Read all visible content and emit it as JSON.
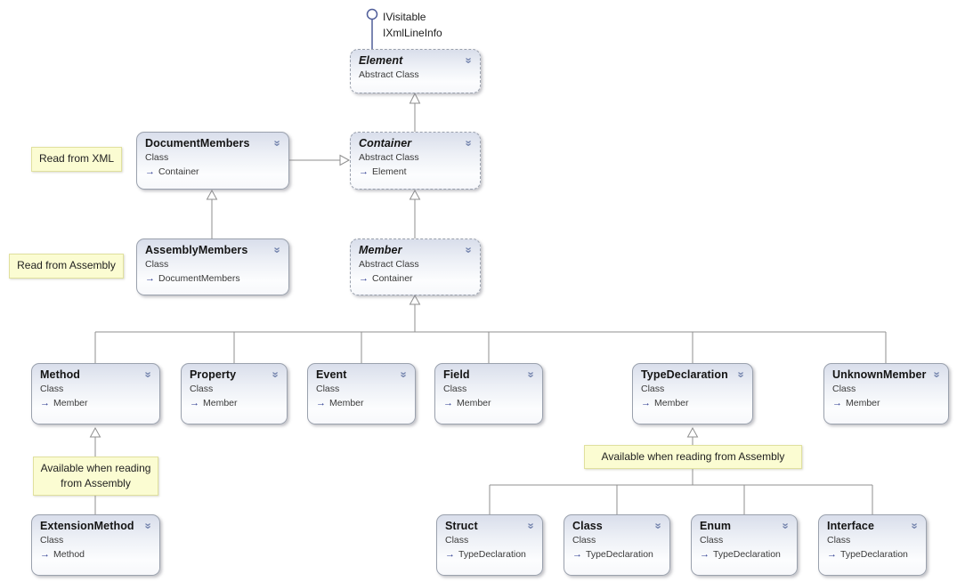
{
  "icons": {
    "chevron": "»",
    "inherits_arrow": "→"
  },
  "lollipop": {
    "labels": [
      "IVisitable",
      "IXmlLineInfo"
    ]
  },
  "nodes": [
    {
      "title": "Element",
      "kind": "Abstract Class",
      "base": ""
    },
    {
      "title": "DocumentMembers",
      "kind": "Class",
      "base": "Container"
    },
    {
      "title": "Container",
      "kind": "Abstract Class",
      "base": "Element"
    },
    {
      "title": "AssemblyMembers",
      "kind": "Class",
      "base": "DocumentMembers"
    },
    {
      "title": "Member",
      "kind": "Abstract Class",
      "base": "Container"
    },
    {
      "title": "Method",
      "kind": "Class",
      "base": "Member"
    },
    {
      "title": "Property",
      "kind": "Class",
      "base": "Member"
    },
    {
      "title": "Event",
      "kind": "Class",
      "base": "Member"
    },
    {
      "title": "Field",
      "kind": "Class",
      "base": "Member"
    },
    {
      "title": "TypeDeclaration",
      "kind": "Class",
      "base": "Member"
    },
    {
      "title": "UnknownMember",
      "kind": "Class",
      "base": "Member"
    },
    {
      "title": "ExtensionMethod",
      "kind": "Class",
      "base": "Method"
    },
    {
      "title": "Struct",
      "kind": "Class",
      "base": "TypeDeclaration"
    },
    {
      "title": "Class",
      "kind": "Class",
      "base": "TypeDeclaration"
    },
    {
      "title": "Enum",
      "kind": "Class",
      "base": "TypeDeclaration"
    },
    {
      "title": "Interface",
      "kind": "Class",
      "base": "TypeDeclaration"
    }
  ],
  "comments": [
    {
      "label": "Read from XML"
    },
    {
      "label": "Read from Assembly"
    },
    {
      "label": "Available when reading from Assembly"
    },
    {
      "label": "Available when reading from Assembly"
    }
  ],
  "colors": {
    "node_fill_top": "#d9deeb",
    "node_border": "#9aa1ad",
    "comment_fill": "#fbfcd2",
    "comment_border": "#e0e09e",
    "connector": "#8f8f8f",
    "lollipop": "#4f5d99",
    "base_arrow": "#2b3990"
  }
}
